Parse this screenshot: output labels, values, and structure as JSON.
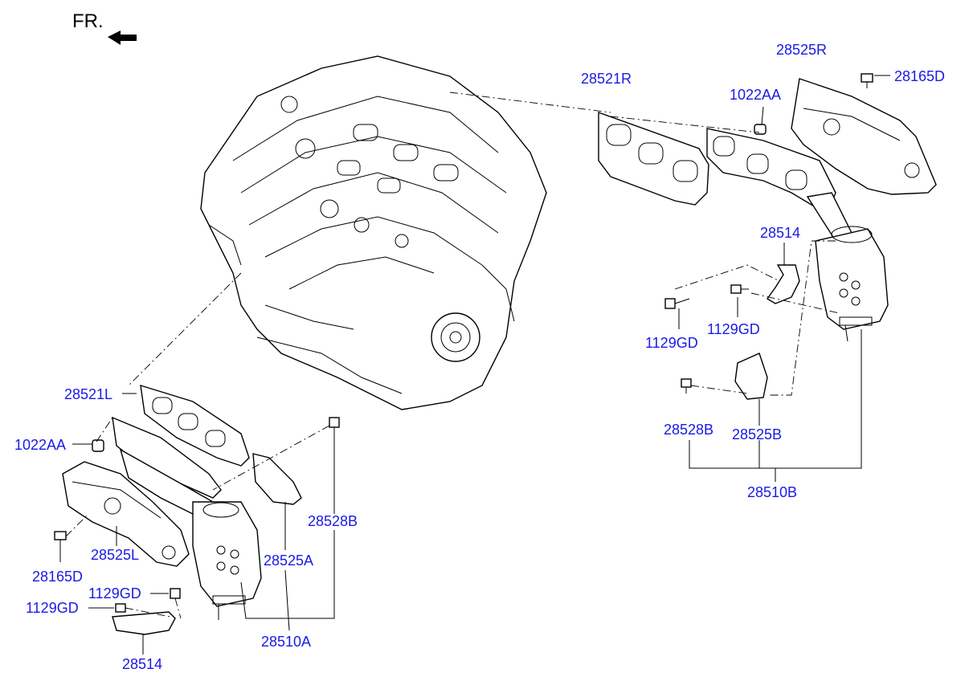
{
  "direction_label": "FR.",
  "callouts": {
    "gasket_right": "28521R",
    "heat_shield_right": "28525R",
    "bolt_right_shield": "28165D",
    "nut_right": "1022AA",
    "bracket_right": "28514",
    "bolt_right_a": "1129GD",
    "bolt_right_b": "1129GD",
    "bolt_right_lower": "28528B",
    "shield_right_lower": "28525B",
    "manifold_right": "28510B",
    "gasket_left": "28521L",
    "nut_left": "1022AA",
    "bolt_left_shield": "28528B",
    "shield_left_upper": "28525A",
    "heat_shield_left": "28525L",
    "bolt_left_shield_b": "28165D",
    "bolt_left_a": "1129GD",
    "bolt_left_b": "1129GD",
    "manifold_left": "28510A",
    "bracket_left": "28514"
  },
  "colors": {
    "callout": "#1a1ae6",
    "line": "#000000"
  }
}
